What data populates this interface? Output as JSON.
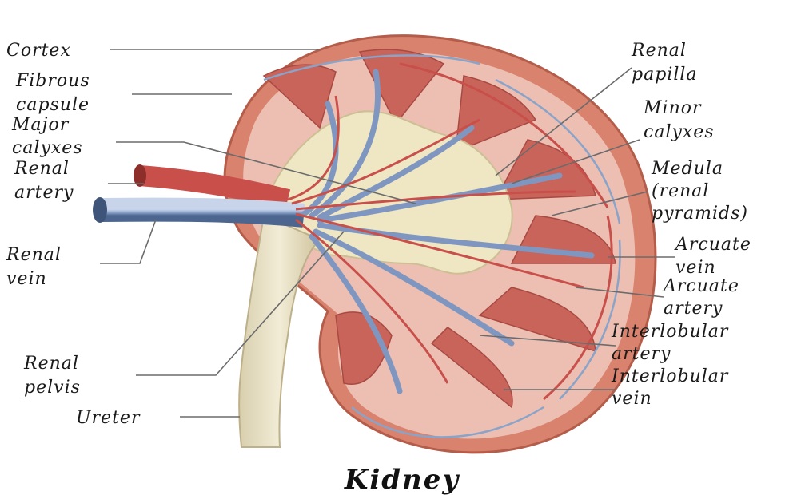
{
  "title": "Kidney",
  "labels": {
    "cortex": "Cortex",
    "fibrous_capsule": [
      "Fibrous",
      "capsule"
    ],
    "major_calyxes": [
      "Major",
      "calyxes"
    ],
    "renal_artery": [
      "Renal",
      "artery"
    ],
    "renal_vein": [
      "Renal",
      "vein"
    ],
    "renal_pelvis": [
      "Renal",
      "pelvis"
    ],
    "ureter": "Ureter",
    "renal_papilla": [
      "Renal",
      "papilla"
    ],
    "minor_calyxes": [
      "Minor",
      "calyxes"
    ],
    "medula": [
      "Medula",
      "(renal",
      "pyramids)"
    ],
    "arcuate_vein": [
      "Arcuate",
      "vein"
    ],
    "arcuate_artery": [
      "Arcuate",
      "artery"
    ],
    "interlobular_artery": [
      "Interlobular",
      "artery"
    ],
    "interlobular_vein": [
      "Interlobular",
      "vein"
    ]
  },
  "colors": {
    "capsule": "#d9826e",
    "cortex": "#ecbfb2",
    "pyramid": "#c9645a",
    "pelvis": "#efe6c4",
    "vein": "#8aa3c9",
    "artery": "#c84f4a"
  }
}
